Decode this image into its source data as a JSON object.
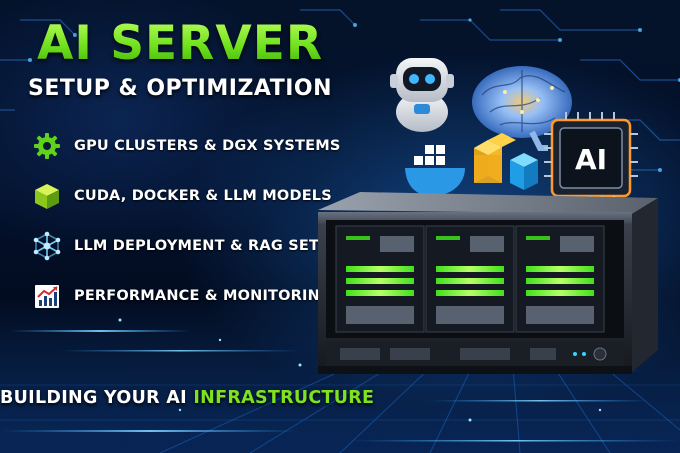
{
  "title": {
    "main": "AI SERVER",
    "subtitle": "SETUP & OPTIMIZATION"
  },
  "features": [
    {
      "icon": "gear-icon",
      "label": "GPU CLUSTERS & DGX SYSTEMS"
    },
    {
      "icon": "cube-icon",
      "label": "CUDA, DOCKER & LLM MODELS"
    },
    {
      "icon": "network-icon",
      "label": "LLM DEPLOYMENT & RAG SETUP"
    },
    {
      "icon": "chart-icon",
      "label": "PERFORMANCE & MONITORING"
    }
  ],
  "footer": {
    "lead": "BUILDING YOUR AI",
    "highlight": "INFRASTRUCTURE"
  },
  "chip": {
    "label": "AI"
  },
  "colors": {
    "accent_green": "#7ee21e",
    "background": "#03102a",
    "text": "#ffffff"
  }
}
